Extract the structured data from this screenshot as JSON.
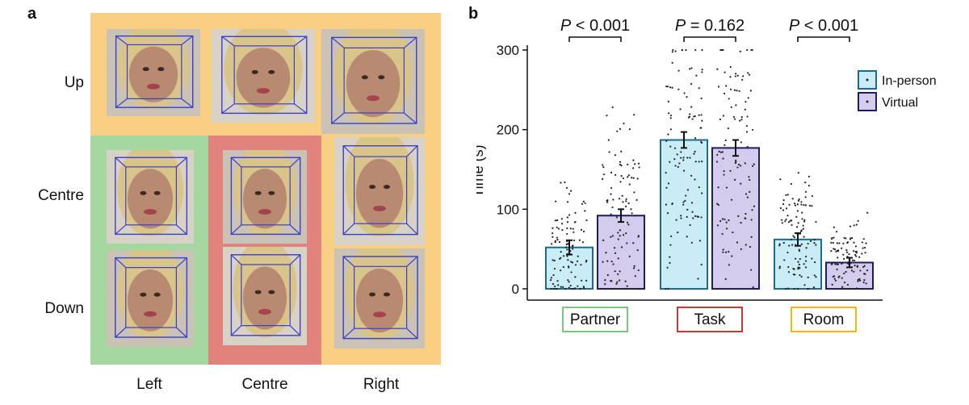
{
  "panel_a": {
    "letter": "a",
    "row_labels": [
      "Up",
      "Centre",
      "Down"
    ],
    "col_labels": [
      "Left",
      "Centre",
      "Right"
    ],
    "colors": {
      "up": "#f9cf84",
      "left": "#a4d8a0",
      "centre": "#e0837c",
      "right": "#f9cf84",
      "mesh": "#3b3ec9"
    },
    "photos": [
      {
        "name": "face-up-left"
      },
      {
        "name": "face-up-centre"
      },
      {
        "name": "face-up-right"
      },
      {
        "name": "face-centre-left"
      },
      {
        "name": "face-centre-centre"
      },
      {
        "name": "face-centre-right"
      },
      {
        "name": "face-down-left"
      },
      {
        "name": "face-down-centre"
      },
      {
        "name": "face-down-right"
      }
    ]
  },
  "panel_b": {
    "letter": "b"
  },
  "chart_data": {
    "type": "bar",
    "ylabel": "Time (s)",
    "xlabel": "",
    "ylim": [
      0,
      300
    ],
    "yticks": [
      0,
      100,
      200,
      300
    ],
    "categories": [
      "Partner",
      "Task",
      "Room"
    ],
    "category_colors": [
      "#7cc47f",
      "#c0393b",
      "#f2b51c"
    ],
    "series": [
      {
        "name": "In-person",
        "values": [
          52,
          187,
          62
        ],
        "errors": [
          9,
          10,
          8
        ],
        "color": "#c9ecf6",
        "edge": "#1b6b8f"
      },
      {
        "name": "Virtual",
        "values": [
          92,
          177,
          33
        ],
        "errors": [
          8,
          10,
          6
        ],
        "color": "#d4ccec",
        "edge": "#1b1f5e"
      }
    ],
    "comparisons": [
      {
        "label": "P < 0.001",
        "p": "P",
        "rest": " < 0.001"
      },
      {
        "label": "P = 0.162",
        "p": "P",
        "rest": " = 0.162"
      },
      {
        "label": "P < 0.001",
        "p": "P",
        "rest": " < 0.001"
      }
    ],
    "legend": [
      "In-person",
      "Virtual"
    ],
    "legend_position": "top-right",
    "grid": false
  }
}
